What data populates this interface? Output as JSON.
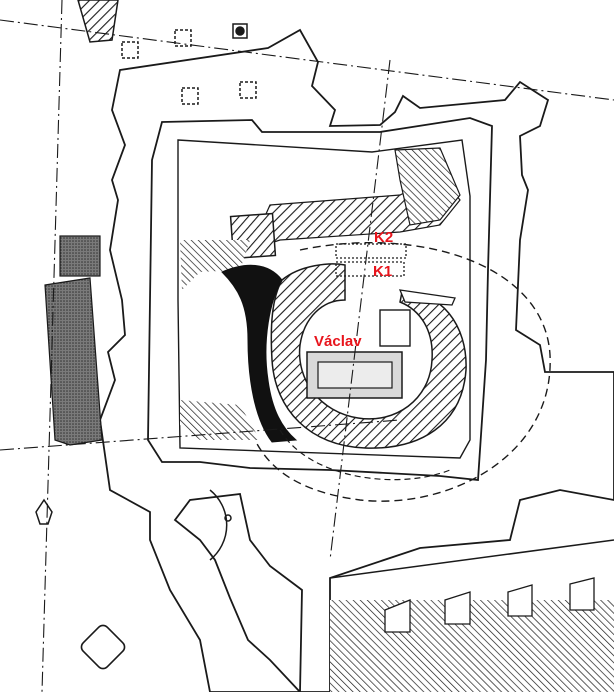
{
  "labels": {
    "k2": "K2",
    "k1": "K1",
    "vaclav": "Václav"
  },
  "colors": {
    "label_red": "#e8141c",
    "ink": "#1a1a1a",
    "paper": "#ffffff",
    "hatch_fill": "#3a3a3a",
    "gray_fill": "#8a8a8a",
    "light_gray": "#d9d9d9"
  }
}
